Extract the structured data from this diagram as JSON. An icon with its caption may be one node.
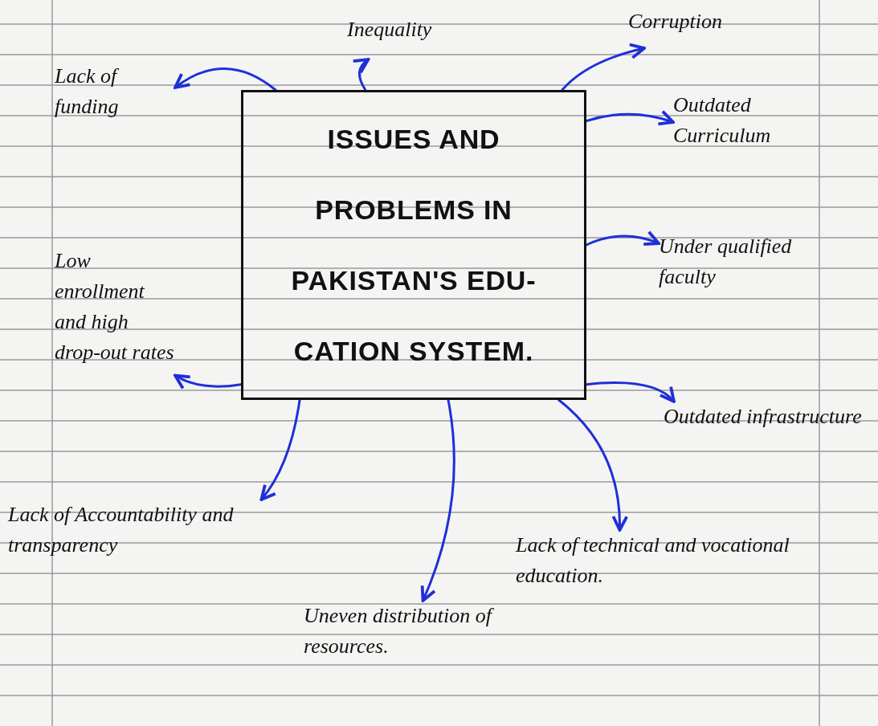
{
  "diagram": {
    "nodes": [
      {
        "text": [
          "ISSUES AND PROBLEMS IN PAKISTAN'S EDU- CATION SYSTEM."
        ]
      },
      {
        "text": [
          "Lack of funding"
        ]
      },
      {
        "text": [
          "Inequality"
        ]
      },
      {
        "text": [
          "Corruption"
        ]
      },
      {
        "text": [
          "Outdated Curriculum"
        ]
      },
      {
        "text": [
          "Under qualified faculty"
        ]
      },
      {
        "text": [
          "Low enrollment and high drop-out rates"
        ]
      },
      {
        "text": [
          "Outdated infrastructure"
        ]
      },
      {
        "text": [
          "Lack of Accountability and transparency"
        ]
      },
      {
        "text": [
          "Uneven distribution of resources."
        ]
      },
      {
        "text": [
          "Lack of technical and vocational education."
        ]
      }
    ],
    "edges": [
      {
        "from": 0,
        "to": 1,
        "arrow": "to"
      },
      {
        "from": 0,
        "to": 2,
        "arrow": "to"
      },
      {
        "from": 0,
        "to": 3,
        "arrow": "to"
      },
      {
        "from": 0,
        "to": 4,
        "arrow": "to"
      },
      {
        "from": 0,
        "to": 5,
        "arrow": "to"
      },
      {
        "from": 0,
        "to": 6,
        "arrow": "to"
      },
      {
        "from": 0,
        "to": 7,
        "arrow": "to"
      },
      {
        "from": 0,
        "to": 8,
        "arrow": "to"
      },
      {
        "from": 0,
        "to": 9,
        "arrow": "to"
      },
      {
        "from": 0,
        "to": 10,
        "arrow": "to"
      }
    ]
  }
}
